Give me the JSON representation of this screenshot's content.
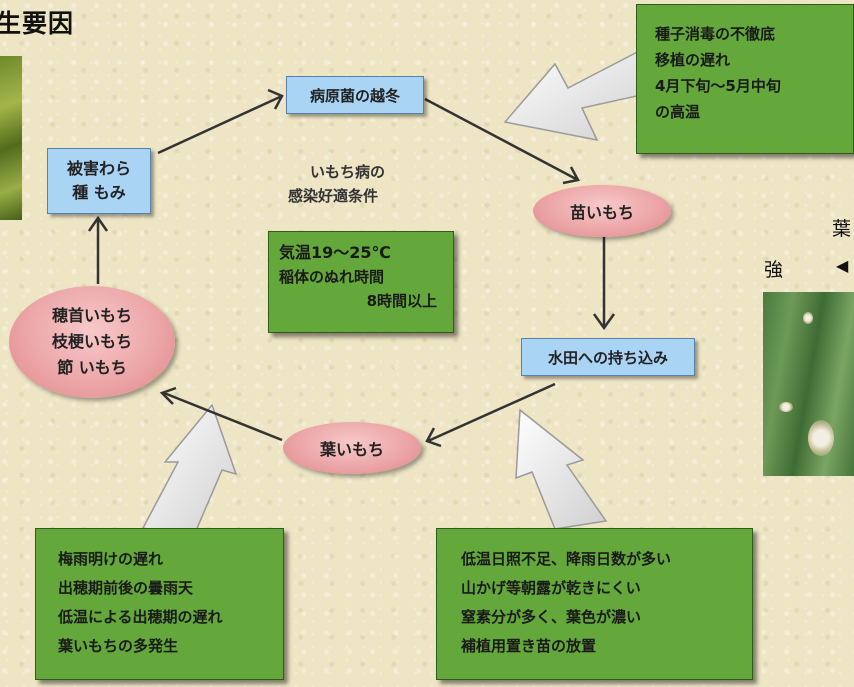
{
  "title": "生要因",
  "nodes": {
    "overwinter": "病原菌の越冬",
    "seedling_blast": "苗いもち",
    "paddy_entry": "水田への持ち込み",
    "leaf_blast": "葉いもち",
    "panicle_blast": [
      "穂首いもち",
      "枝梗いもち",
      "節 いもち"
    ],
    "source": [
      "被害わら",
      "種 もみ"
    ]
  },
  "center": {
    "caption": [
      "いもち病の",
      "感染好適条件"
    ],
    "conditions": [
      "気温19〜25℃",
      "稲体のぬれ時間",
      "8時間以上"
    ]
  },
  "factor_boxes": {
    "top_right": [
      "種子消毒の不徹底",
      "移植の遅れ",
      "4月下旬〜5月中旬",
      "の高温"
    ],
    "bottom_left": [
      "梅雨明けの遅れ",
      "出穂期前後の曇雨天",
      "低温による出穂期の遅れ",
      "葉いもちの多発生"
    ],
    "bottom_right": [
      "低温日照不足、降雨日数が多い",
      "山かげ等朝露が乾きにくい",
      "窒素分が多く、葉色が濃い",
      "補植用置き苗の放置"
    ]
  },
  "right_panel": {
    "partial_top": "葉",
    "strength": "強"
  },
  "colors": {
    "blue_box": "#a9d4f4",
    "pink_ellipse": "#eba3a5",
    "green_box": "#64a73b",
    "background": "#ede5c4"
  }
}
